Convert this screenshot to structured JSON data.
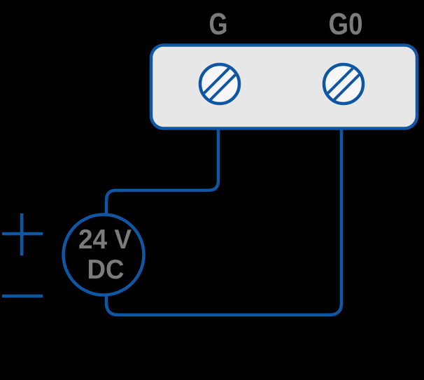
{
  "diagram": {
    "terminal_block": {
      "terminals": [
        {
          "label": "G"
        },
        {
          "label": "G0"
        }
      ]
    },
    "power_supply": {
      "voltage_label": "24 V",
      "current_type_label": "DC",
      "positive_symbol": "+",
      "negative_symbol": "−"
    },
    "icons": {
      "screw_terminal": "circle-with-diagonal-slot",
      "polarity_plus": "plus-cross-lines",
      "polarity_minus": "minus-line"
    },
    "colors": {
      "background": "#000000",
      "wire_blue": "#0f57a3",
      "block_fill": "#e7e7e7",
      "screw_fill": "#f6f6f6",
      "label_gray": "#7b7b7b"
    }
  }
}
